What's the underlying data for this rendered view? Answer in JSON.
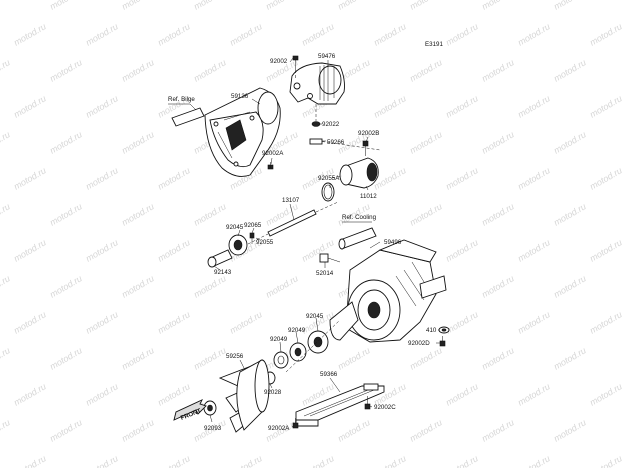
{
  "diagram": {
    "code": "E3191",
    "watermark": "motod.ru",
    "parts": {
      "p92002_top": "92002",
      "p59476": "59476",
      "p92022": "92022",
      "p59136": "59136",
      "ref_bilge": "Ref. Bilge",
      "p92002b": "92002B",
      "p59266": "59266",
      "p92002a_top": "92002A",
      "p92055a": "92055A",
      "p11012": "11012",
      "p13107": "13107",
      "p92045_left": "92045",
      "p92065": "92065",
      "p92055": "92055",
      "ref_cooling": "Ref. Cooling",
      "p59496": "59496",
      "p92143": "92143",
      "p52014": "52014",
      "p92045_mid": "92045",
      "p92049_a": "92049",
      "p92049_b": "92049",
      "p410": "410",
      "p92002d": "92002D",
      "p59256": "59256",
      "p92028": "92028",
      "p59366": "59366",
      "front": "FRONT",
      "p92093": "92093",
      "p92002c": "92002C",
      "p92002a_bot": "92002A"
    }
  }
}
